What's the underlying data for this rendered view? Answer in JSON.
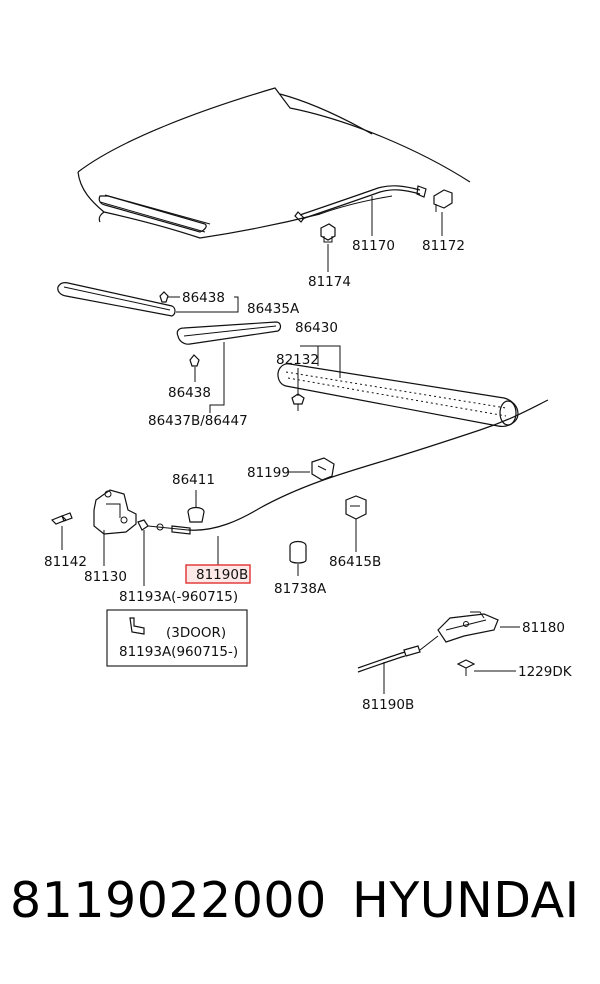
{
  "diagram": {
    "callouts": {
      "c81170": "81170",
      "c81172": "81172",
      "c81174": "81174",
      "c86438a": "86438",
      "c86435A": "86435A",
      "c86430": "86430",
      "c82132": "82132",
      "c86438b": "86438",
      "c86437B": "86437B/86447",
      "c86411": "86411",
      "c81199": "81199",
      "c81142": "81142",
      "c81130": "81130",
      "c81190B_highlight": "81190B",
      "c81738A": "81738A",
      "c86415B": "86415B",
      "c81193A_1": "81193A(-960715)",
      "c3door": "(3DOOR)",
      "c81193A_2": "81193A(960715-)",
      "c81180": "81180",
      "c1229DK": "1229DK",
      "c81190B_2": "81190B"
    },
    "highlight_color": "#e03030"
  },
  "footer": {
    "part_number": "8119022000",
    "brand": "HYUNDAI"
  }
}
